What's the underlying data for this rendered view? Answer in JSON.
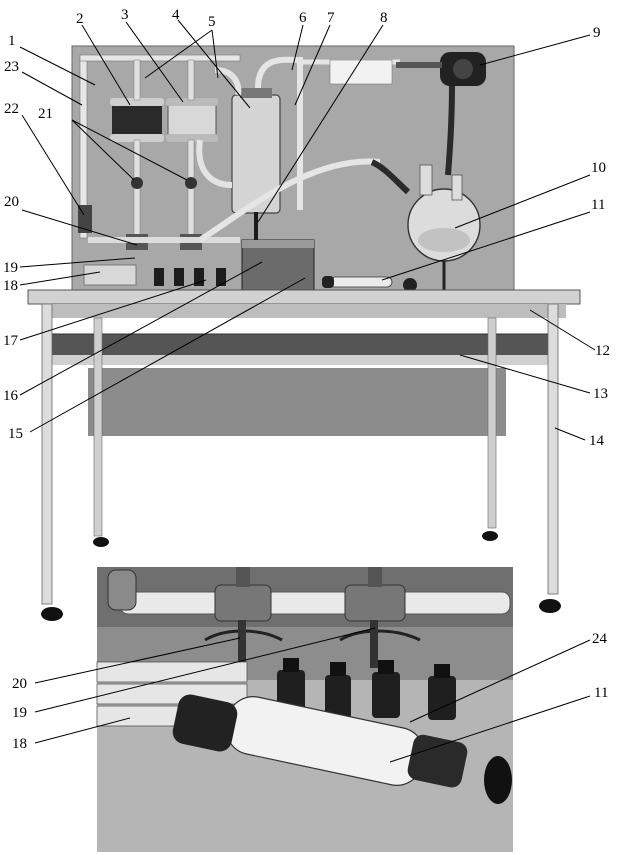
{
  "labels": {
    "n1": "1",
    "n2": "2",
    "n3": "3",
    "n4": "4",
    "n5": "5",
    "n6": "6",
    "n7": "7",
    "n8": "8",
    "n9": "9",
    "n10": "10",
    "n11": "11",
    "n12": "12",
    "n13": "13",
    "n14": "14",
    "n15": "15",
    "n16": "16",
    "n17": "17",
    "n18": "18",
    "n19": "19",
    "n20": "20",
    "n21": "21",
    "n22": "22",
    "n23": "23",
    "b20": "20",
    "b19": "19",
    "b18": "18",
    "b24": "24",
    "b11": "11"
  },
  "colors": {
    "board": "#a9a9a9",
    "table": "#cfcfcf",
    "shelf": "#5a5a5a",
    "photo_bg": "#8a8a8a",
    "tube": "#e8e8e8",
    "dark": "#1e1e1e"
  }
}
